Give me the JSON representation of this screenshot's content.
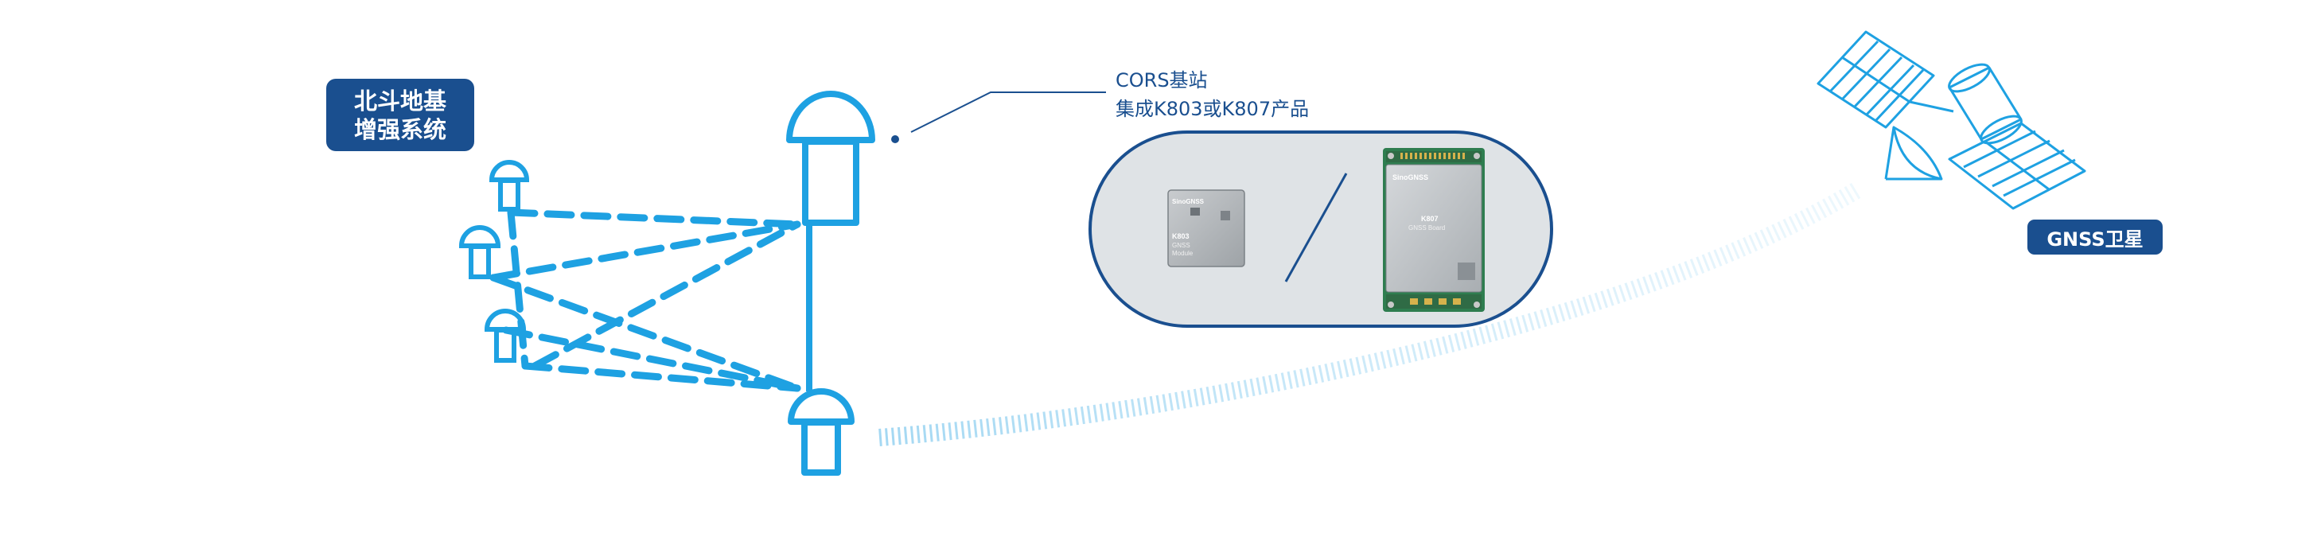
{
  "diagram": {
    "beidou_label_line1": "北斗地基",
    "beidou_label_line2": "增强系统",
    "cors_line1": "CORS基站",
    "cors_line2": "集成K803或K807产品",
    "gnss_label": "GNSS卫星",
    "module_small": {
      "brand": "SinoGNSS",
      "model": "K803",
      "line1": "GNSS",
      "line2": "Module"
    },
    "module_large": {
      "brand": "SinoGNSS",
      "model": "K807",
      "line1": "GNSS Board"
    },
    "colors": {
      "antenna_blue": "#1ea1e2",
      "label_navy": "#1a4f8f",
      "capsule_fill": "#dfe3e6",
      "pcb_green": "#2e7d4f"
    }
  }
}
